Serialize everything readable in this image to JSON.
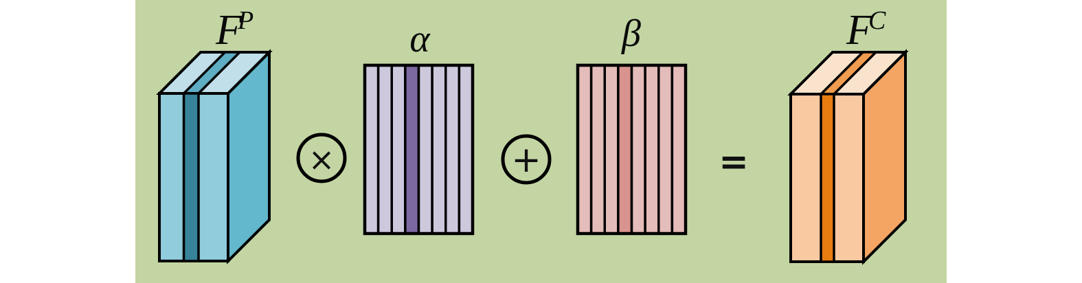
{
  "panel": {
    "background_color": "#c3d5a3",
    "page_color": "#ffffff",
    "outline_color": "#000000"
  },
  "labels": {
    "fp": {
      "base": "F",
      "sup": "P"
    },
    "alpha": "α",
    "beta": "β",
    "fc": {
      "base": "F",
      "sup": "C"
    }
  },
  "operators": {
    "multiply": "×",
    "add": "+",
    "equals": "="
  },
  "fp_block": {
    "colors": {
      "front": "#90ccdc",
      "front_stripe": "#37839a",
      "side": "#63b8cd",
      "top": "#c0dfe9",
      "top_stripe": "#5eadc3"
    }
  },
  "alpha_matrix": {
    "columns": 8,
    "highlight_column": 4,
    "colors": {
      "light": "#cec8dd",
      "dark": "#7c69a1"
    }
  },
  "beta_matrix": {
    "columns": 8,
    "highlight_column": 4,
    "colors": {
      "light": "#e4bcba",
      "dark": "#d9938f"
    }
  },
  "fc_block": {
    "colors": {
      "front": "#f9c9a2",
      "front_stripe": "#e87c10",
      "side": "#f4a563",
      "top": "#fae3cd",
      "top_stripe": "#f09c4e"
    }
  }
}
